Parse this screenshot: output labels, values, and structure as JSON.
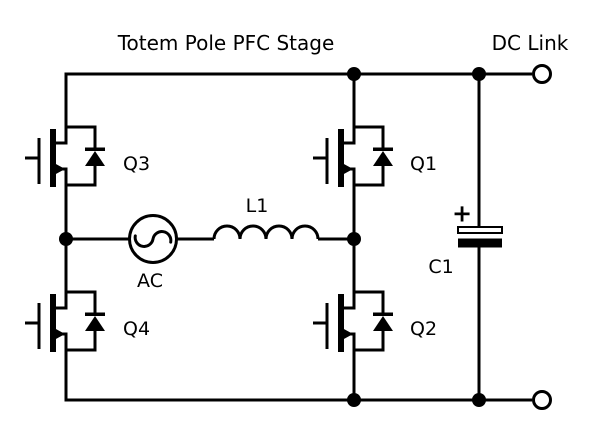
{
  "diagram": {
    "title": "Totem Pole PFC Stage",
    "dc_link_label": "DC Link",
    "components": {
      "q1": {
        "label": "Q1",
        "type": "n-channel mosfet with body diode",
        "position": "high-side fast leg"
      },
      "q2": {
        "label": "Q2",
        "type": "n-channel mosfet with body diode",
        "position": "low-side fast leg"
      },
      "q3": {
        "label": "Q3",
        "type": "n-channel mosfet with body diode",
        "position": "high-side slow leg"
      },
      "q4": {
        "label": "Q4",
        "type": "n-channel mosfet with body diode",
        "position": "low-side slow leg"
      },
      "ac": {
        "label": "AC",
        "type": "ac voltage source"
      },
      "l1": {
        "label": "L1",
        "type": "boost inductor"
      },
      "c1": {
        "label": "C1",
        "type": "polarized dc-link capacitor",
        "polarity_mark": "+"
      }
    },
    "terminals": {
      "count": 2,
      "name": "dc link output terminals"
    }
  },
  "colors": {
    "line": "#000000",
    "background": "#ffffff"
  }
}
